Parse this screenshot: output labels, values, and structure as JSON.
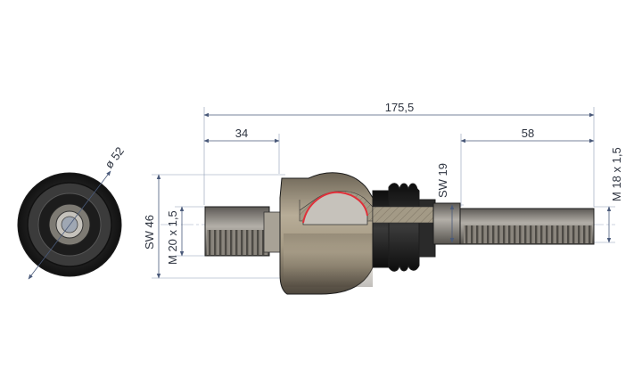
{
  "dimensions": {
    "overall_length": "175,5",
    "left_length": "34",
    "right_length": "58",
    "diameter": "ø 52",
    "wrench_size_housing": "SW 46",
    "thread_left": "M 20 x 1,5",
    "wrench_size_shaft": "SW 19",
    "thread_right": "M 18 x 1,5"
  },
  "colors": {
    "metal_dark": "#3a3a3a",
    "housing": "#9a8f7c",
    "rubber": "#1b1b1b",
    "shaft": "#8f8b84",
    "ball_highlight": "#e0303a",
    "dimension_line": "#4a5a7a"
  }
}
